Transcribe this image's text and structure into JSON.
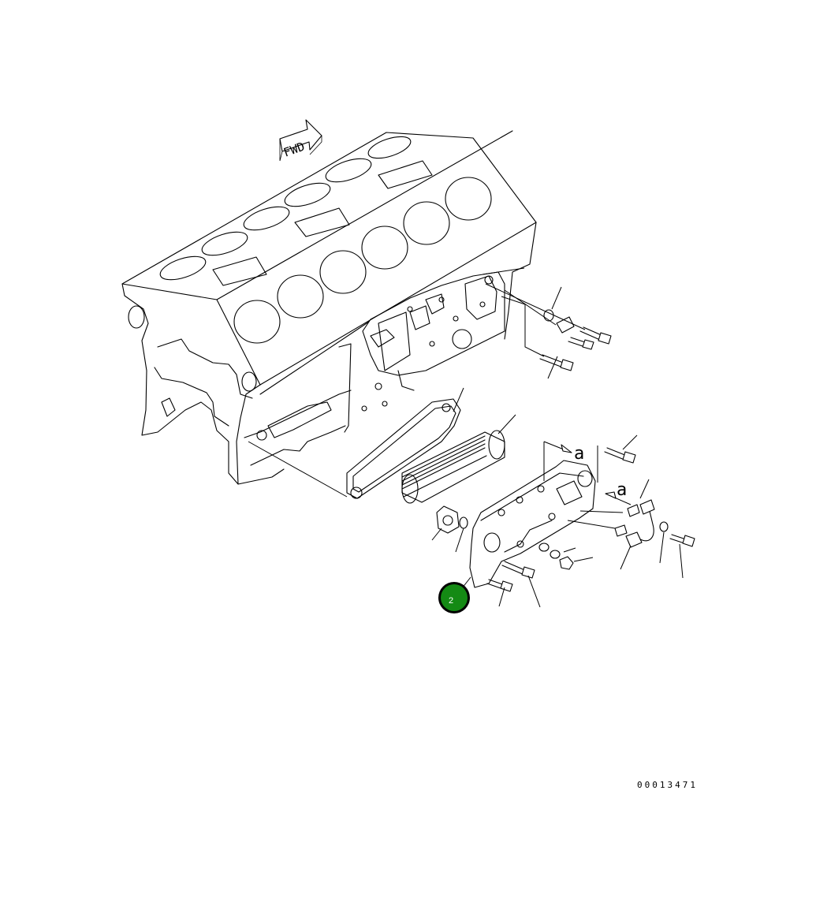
{
  "diagram": {
    "fwd_label": "FWD",
    "view_marker": "a",
    "callout": {
      "label": "2",
      "color": "#148a14"
    },
    "drawing_code": "00013471"
  }
}
